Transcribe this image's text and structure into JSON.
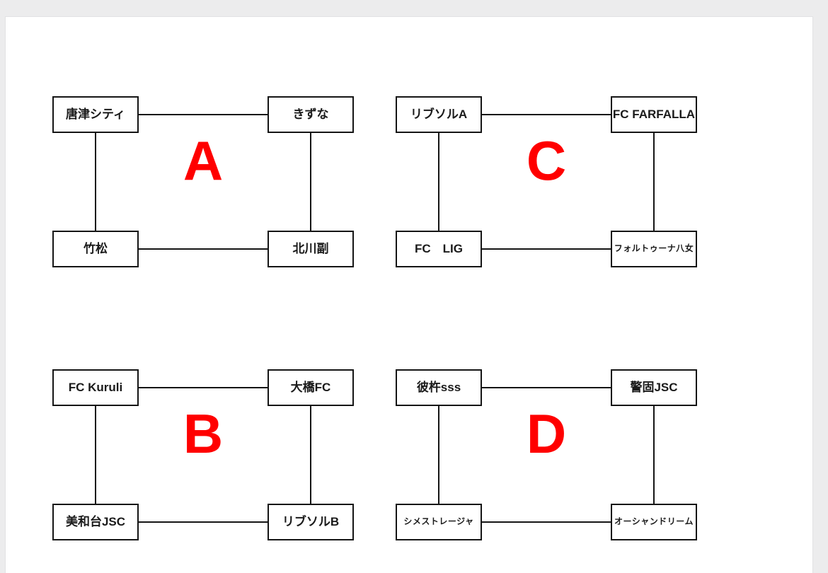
{
  "page": {
    "background_color": "#ececed",
    "card_color": "#ffffff",
    "accent_color": "#ff0000",
    "line_color": "#151515"
  },
  "diagram": {
    "type": "round-robin group brackets",
    "groups": [
      {
        "id": "A",
        "letter": "A",
        "nodes": {
          "top_left": "唐津シティ",
          "top_right": "きずな",
          "bottom_left": "竹松",
          "bottom_right": "北川副"
        },
        "edges": [
          "唐津シティ — きずな",
          "竹松 — 北川副",
          "唐津シティ — 竹松",
          "きずな — 北川副"
        ]
      },
      {
        "id": "C",
        "letter": "C",
        "nodes": {
          "top_left": "リブソルA",
          "top_right": "FC FARFALLA",
          "bottom_left": "FC　LIG",
          "bottom_right": "フォルトゥーナ八女"
        },
        "edges": [
          "リブソルA — FC FARFALLA",
          "FC　LIG — フォルトゥーナ八女",
          "リブソルA — FC　LIG",
          "FC FARFALLA — フォルトゥーナ八女"
        ]
      },
      {
        "id": "B",
        "letter": "B",
        "nodes": {
          "top_left": "FC Kuruli",
          "top_right": "大橋FC",
          "bottom_left": "美和台JSC",
          "bottom_right": "リブソルB"
        },
        "edges": [
          "FC Kuruli — 大橋FC",
          "美和台JSC — リブソルB",
          "FC Kuruli — 美和台JSC",
          "大橋FC — リブソルB"
        ]
      },
      {
        "id": "D",
        "letter": "D",
        "nodes": {
          "top_left": "彼杵sss",
          "top_right": "警固JSC",
          "bottom_left": "シメストレージャ",
          "bottom_right": "オーシャンドリーム"
        },
        "edges": [
          "彼杵sss — 警固JSC",
          "シメストレージャ — オーシャンドリーム",
          "彼杵sss — シメストレージャ",
          "警固JSC — オーシャンドリーム"
        ]
      }
    ]
  }
}
